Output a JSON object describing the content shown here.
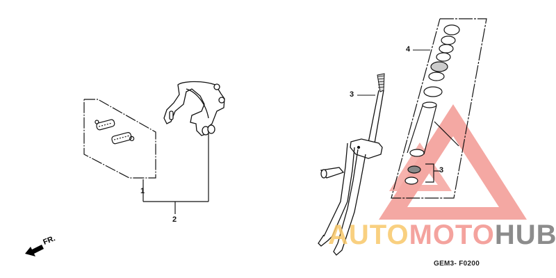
{
  "diagram": {
    "title_code": "GEM3- F0200",
    "direction_indicator": {
      "label": "FR.",
      "icon": "arrow-left-down-icon"
    },
    "callouts": [
      {
        "id": "1",
        "label": "1",
        "part": "brake-shoe-set"
      },
      {
        "id": "2",
        "label": "2",
        "part": "caliper-brake-assembly"
      },
      {
        "id": "3a",
        "label": "3",
        "part": "front-fork"
      },
      {
        "id": "3b",
        "label": "3",
        "part": "headset-lower-parts"
      },
      {
        "id": "4",
        "label": "4",
        "part": "headset-assembly"
      }
    ]
  },
  "watermark": {
    "part1": "AUTO",
    "part2": "MOTO",
    "part3": "HUB",
    "colors": {
      "auto": "#f9c86a",
      "moto": "#f39a94",
      "hub": "#8c8c8c",
      "triangle": "#f39a94"
    }
  }
}
